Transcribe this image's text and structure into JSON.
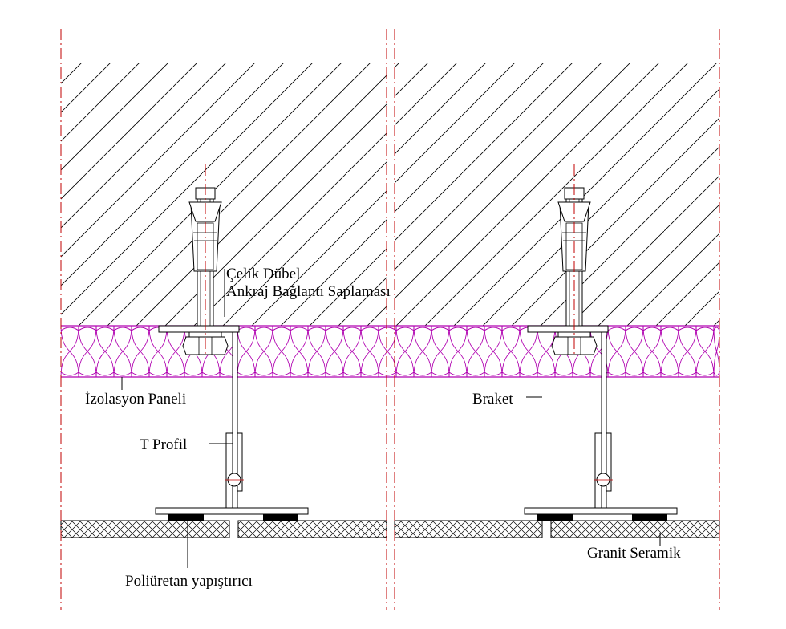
{
  "labels": {
    "celik_dubel": "Çelik Dübel",
    "ankraj": "Ankraj Bağlantı Saplaması",
    "izolasyon": "İzolasyon Paneli",
    "t_profil": "T Profil",
    "braket": "Braket",
    "granit": "Granit Seramik",
    "poliuretan": "Poliüretan yapıştırıcı"
  },
  "colors": {
    "line": "#000000",
    "insulation": "#b000b0",
    "centerline": "#c00000",
    "hatch": "#000000",
    "adhesive": "#000000"
  }
}
